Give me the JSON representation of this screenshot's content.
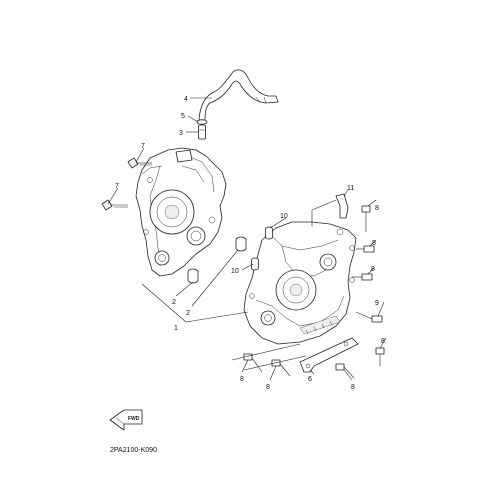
{
  "diagram": {
    "part_labels": [
      "1",
      "2",
      "2",
      "3",
      "4",
      "5",
      "6",
      "7",
      "7",
      "8",
      "8",
      "8",
      "8",
      "8",
      "8",
      "8",
      "9",
      "10",
      "10",
      "11"
    ],
    "direction_marker": "FWD",
    "reference_code": "2PA2100-K090"
  }
}
